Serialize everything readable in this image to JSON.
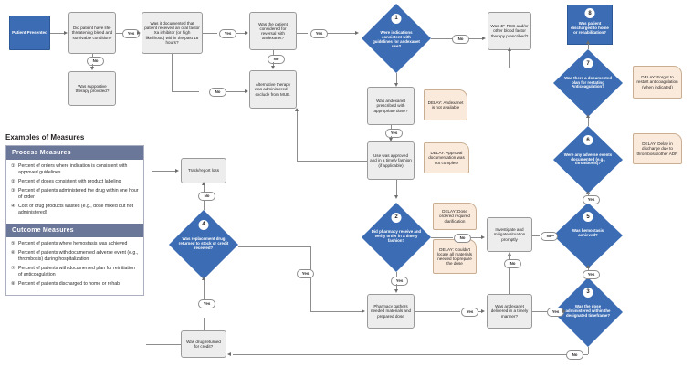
{
  "chart_data": {
    "type": "diagram",
    "title": "Andexanet alfa medication-use evaluation flowchart",
    "nodes": [
      {
        "id": "patient_presented",
        "label": "Patient Presented",
        "shape": "blue-box"
      },
      {
        "id": "life_threatening",
        "label": "Did patient have life-threatening bleed and survivable condition?",
        "shape": "process"
      },
      {
        "id": "supportive_therapy",
        "label": "Was supportive therapy provided?",
        "shape": "process"
      },
      {
        "id": "documented_xa",
        "label": "Was it documented that patient received an oral factor Xa inhibitor (or high likelihood) within the past 18 hours?",
        "shape": "process"
      },
      {
        "id": "considered_reversal",
        "label": "Was the patient considered for reversal with andexanet?",
        "shape": "process"
      },
      {
        "id": "alternative_therapy",
        "label": "Alternative therapy was administered—exclude from MUE.",
        "shape": "process"
      },
      {
        "id": "d1",
        "number": "1",
        "label": "Were indications consistent with guidelines for andexanet use?",
        "shape": "decision"
      },
      {
        "id": "appropriate_dose",
        "label": "Was andexanet prescribed with appropriate dose?",
        "shape": "process"
      },
      {
        "id": "use_approved",
        "label": "Use was approved and in a timely fashion (if applicable)",
        "shape": "process"
      },
      {
        "id": "d2",
        "number": "2",
        "label": "Did pharmacy receive and verify order in a timely fashion?",
        "shape": "decision"
      },
      {
        "id": "pharmacy_gathers",
        "label": "Pharmacy gathers needed materials and prepared dose",
        "shape": "process"
      },
      {
        "id": "pcc",
        "label": "Was 4F-PCC and/or other blood factor therapy prescribed?",
        "shape": "process"
      },
      {
        "id": "investigate",
        "label": "Investigate and mitigate situation promptly",
        "shape": "process"
      },
      {
        "id": "delivered_timely",
        "label": "Was andexanet delivered in a timely manner?",
        "shape": "process"
      },
      {
        "id": "d3",
        "number": "3",
        "label": "Was the dose administered within the designated timeframe?",
        "shape": "decision"
      },
      {
        "id": "d4",
        "number": "4",
        "label": "Was replacement drug returned to stock or credit received?",
        "shape": "decision"
      },
      {
        "id": "track_report",
        "label": "Track/report loss",
        "shape": "process"
      },
      {
        "id": "returned_credit",
        "label": "Was drug returned for credit?",
        "shape": "process"
      },
      {
        "id": "d5",
        "number": "5",
        "label": "Was hemostasis achieved?",
        "shape": "decision"
      },
      {
        "id": "d6",
        "number": "6",
        "label": "Were any adverse events documented (e.g., thrombosis)?",
        "shape": "decision"
      },
      {
        "id": "d7",
        "number": "7",
        "label": "Was there a documented plan for restating Anticoagulation?",
        "shape": "decision"
      },
      {
        "id": "d8",
        "number": "8",
        "label": "Was patient discharged to home or rehabilitation?",
        "shape": "blue-box-numbered"
      },
      {
        "id": "delay1",
        "label": "DELAY: Andexanet is not available",
        "shape": "delay"
      },
      {
        "id": "delay2",
        "label": "DELAY: Approval documentation was not complete",
        "shape": "delay"
      },
      {
        "id": "delay3",
        "label": "DELAY: Dose ordered required clarification",
        "shape": "delay"
      },
      {
        "id": "delay4",
        "label": "DELAY: Couldn't locate all materials needed to prepare the dose",
        "shape": "delay"
      },
      {
        "id": "delay5",
        "label": "DELAY: Forgot to restart anticoagulation (when indicated)",
        "shape": "delay"
      },
      {
        "id": "delay6",
        "label": "DELAY: Delay in discharge due to thrombosis/other ADR",
        "shape": "delay"
      }
    ],
    "edge_labels": [
      "Yes",
      "No",
      "No",
      "Yes",
      "No",
      "No",
      "No",
      "Yes",
      "No",
      "Yes",
      "Yes",
      "No",
      "Yes",
      "No",
      "Yes",
      "Yes",
      "No",
      "No",
      "Yes",
      "No"
    ]
  },
  "flow": {
    "n_patient": "Patient Presented",
    "n_life": "Did patient have life-threatening bleed and survivable condition?",
    "n_supportive": "Was supportive therapy provided?",
    "n_documented": "Was it documented that patient received an oral factor Xa inhibitor (or high likelihood) within the past 18 hours?",
    "n_considered": "Was the patient considered for reversal with andexanet?",
    "n_alternative": "Alternative therapy was administered—exclude from MUE.",
    "n_d1_num": "1",
    "n_d1": "Were indications consistent with guidelines for andexanet use?",
    "n_dose": "Was andexanet prescribed with appropriate dose?",
    "n_approved": "Use was approved and in a timely fashion (if applicable)",
    "n_d2_num": "2",
    "n_d2": "Did pharmacy receive and verify order in a timely fashion?",
    "n_pharmgather": "Pharmacy gathers needed materials and prepared dose",
    "n_pcc": "Was 4F-PCC and/or other blood factor therapy prescribed?",
    "n_investigate": "Investigate and mitigate situation promptly",
    "n_delivered": "Was andexanet delivered in a timely manner?",
    "n_d3_num": "3",
    "n_d3": "Was the dose administered within the designated timeframe?",
    "n_d4_num": "4",
    "n_d4": "Was replacement drug returned to stock or credit received?",
    "n_track": "Track/report loss",
    "n_credit": "Was drug returned for credit?",
    "n_d5_num": "5",
    "n_d5": "Was hemostasis achieved?",
    "n_d6_num": "6",
    "n_d6": "Were any adverse events documented (e.g., thrombosis)?",
    "n_d7_num": "7",
    "n_d7": "Was there a documented plan for restating Anticoagulation?",
    "n_d8_num": "8",
    "n_d8": "Was patient discharged to home or rehabilitation?",
    "delay_andexanet": "DELAY: Andexanet is not available",
    "delay_approval": "DELAY: Approval documentation was not complete",
    "delay_clarify": "DELAY: Dose ordered required clarification",
    "delay_materials": "DELAY: Couldn't locate all materials needed to prepare the dose",
    "delay_restart": "DELAY: Forgot to restart anticoagulation (when indicated)",
    "delay_discharge": "DELAY: Delay in discharge due to thrombosis/other ADR",
    "lbl": {
      "e1_yes": "Yes",
      "e2_no": "No",
      "e3_no": "No",
      "e4_yes": "Yes",
      "e5_no": "No",
      "e6_no": "No",
      "e7_yes": "Yes",
      "e8_no": "No",
      "e9_yes": "Yes",
      "e10_no": "No",
      "e11_yes": "Yes",
      "e12_no": "No",
      "e13_yes": "Yes",
      "e14_yes": "Yes",
      "e15_no": "No",
      "e16_yes": "Yes",
      "e17_no": "No",
      "e18_yes": "Yes",
      "e19_no": "No",
      "e20_yes": "Yes",
      "e21_no": "No"
    }
  },
  "measures": {
    "title": "Examples of Measures",
    "process": {
      "heading": "Process Measures",
      "items": [
        {
          "num": "①",
          "text": "Percent of orders where indication is consistent with approved guidelines"
        },
        {
          "num": "②",
          "text": "Percent of doses consistent with product labeling"
        },
        {
          "num": "③",
          "text": "Percent of patients administered the drug within one hour of order"
        },
        {
          "num": "④",
          "text": "Cost of drug products wasted (e.g., dose mixed but not administered)"
        }
      ]
    },
    "outcome": {
      "heading": "Outcome Measures",
      "items": [
        {
          "num": "⑤",
          "text": "Percent of patients where hemostasis was achieved"
        },
        {
          "num": "⑥",
          "text": "Percent of patients with documented adverse event (e.g., thrombosis) during hospitalization"
        },
        {
          "num": "⑦",
          "text": "Percent of patients with documented plan for reinitiation of anticoagulation"
        },
        {
          "num": "⑧",
          "text": "Percent of patients discharged to home or rehab"
        }
      ]
    }
  },
  "colors": {
    "blue": "#3b6cb4",
    "process_gray": "#ededed",
    "delay_cream": "#faeadb",
    "panel_header": "#6b7799",
    "line": "#8d8d8d"
  }
}
